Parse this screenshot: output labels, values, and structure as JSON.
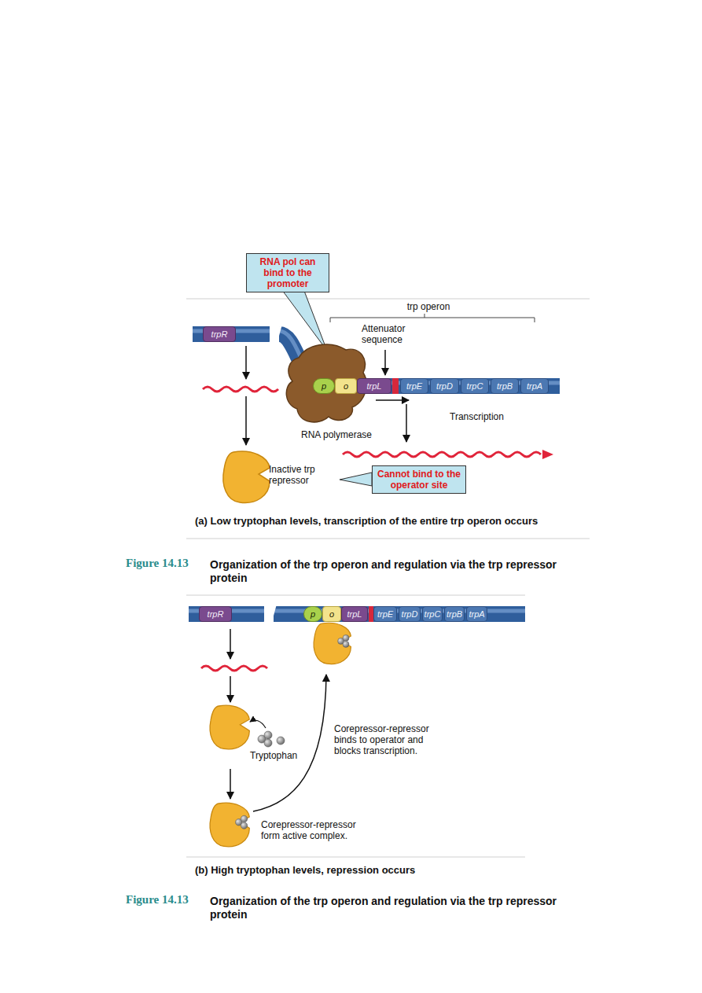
{
  "diagram": {
    "nodes": [
      {
        "text": [
          "RNA pol can bind to the promoter"
        ]
      },
      {
        "text": [
          "Cannot bind to the operator site"
        ]
      },
      {
        "text": [
          "trpR"
        ]
      },
      {
        "text": [
          "p"
        ]
      },
      {
        "text": [
          "o"
        ]
      },
      {
        "text": [
          "trpL"
        ]
      },
      {
        "text": [
          "trpE"
        ]
      },
      {
        "text": [
          "trpD"
        ]
      },
      {
        "text": [
          "trpC"
        ]
      },
      {
        "text": [
          "trpB"
        ]
      },
      {
        "text": [
          "trpA"
        ]
      },
      {
        "text": [
          "trpR"
        ]
      },
      {
        "text": [
          "p"
        ]
      },
      {
        "text": [
          "o"
        ]
      },
      {
        "text": [
          "trpL"
        ]
      },
      {
        "text": [
          "trpE"
        ]
      },
      {
        "text": [
          "trpD"
        ]
      },
      {
        "text": [
          "trpC"
        ]
      },
      {
        "text": [
          "trpB"
        ]
      },
      {
        "text": [
          "trpA"
        ]
      }
    ],
    "labels": [
      "trp operon",
      "Attenuator sequence",
      "RNA polymerase",
      "Transcription",
      "Inactive trp repressor",
      "(a) Low tryptophan levels, transcription of the entire trp operon occurs",
      "Figure 14.13",
      "Organization of the trp operon and regulation via the trp repressor protein",
      "Tryptophan",
      "Corepressor-repressor binds to operator and blocks transcription.",
      "Corepressor-repressor form active complex.",
      "(b) High tryptophan levels, repression occurs",
      "Figure 14.13",
      "Organization of the trp operon and regulation via the trp repressor protein"
    ]
  }
}
